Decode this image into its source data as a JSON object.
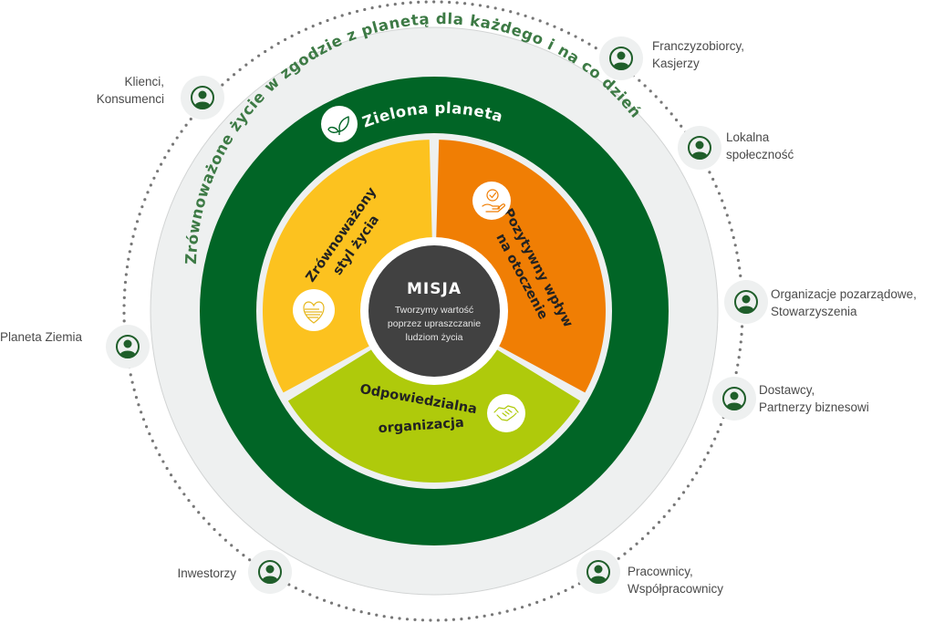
{
  "mission": {
    "title": "MISJA",
    "lines": [
      "Tworzymy wartość",
      "poprzez upraszczanie",
      "ludziom życia"
    ]
  },
  "outer_ring_text": "Zrównoważone życie w zgodzie z planetą dla każdego i na co dzień",
  "green_ring": {
    "label": "Zielona planeta",
    "icon": "leaf-icon"
  },
  "segments": [
    {
      "id": "lifestyle",
      "lines": [
        "Zrównoważony",
        "styl życia"
      ],
      "color": "#fcc21f",
      "icon": "heart-food-icon"
    },
    {
      "id": "impact",
      "lines": [
        "Pozytywny wpływ",
        "na otoczenie"
      ],
      "color": "#f07e04",
      "icon": "hand-check-icon"
    },
    {
      "id": "organization",
      "lines": [
        "Odpowiedzialna",
        "organizacja"
      ],
      "color": "#afca0b",
      "icon": "handshake-icon"
    }
  ],
  "stakeholders": [
    {
      "lines": [
        "Klienci,",
        "Konsumenci"
      ],
      "icon": "person-icon"
    },
    {
      "lines": [
        "Franczyzobiorcy,",
        "Kasjerzy"
      ],
      "icon": "person-icon"
    },
    {
      "lines": [
        "Lokalna",
        "społeczność"
      ],
      "icon": "person-icon"
    },
    {
      "lines": [
        "Organizacje pozarządowe,",
        "Stowarzyszenia"
      ],
      "icon": "person-icon"
    },
    {
      "lines": [
        "Dostawcy,",
        "Partnerzy biznesowi"
      ],
      "icon": "person-icon"
    },
    {
      "lines": [
        "Pracownicy,",
        "Współpracownicy"
      ],
      "icon": "person-icon"
    },
    {
      "lines": [
        "Inwestorzy"
      ],
      "icon": "person-icon"
    },
    {
      "lines": [
        "Planeta Ziemia"
      ],
      "icon": "person-icon"
    }
  ],
  "colors": {
    "dark_green": "#016526",
    "ring_gray": "#eef0f0",
    "mission_dark": "#414141",
    "text_gray": "#4a4a4a",
    "dot_gray": "#777777",
    "outer_text_green": "#3d7a45"
  }
}
